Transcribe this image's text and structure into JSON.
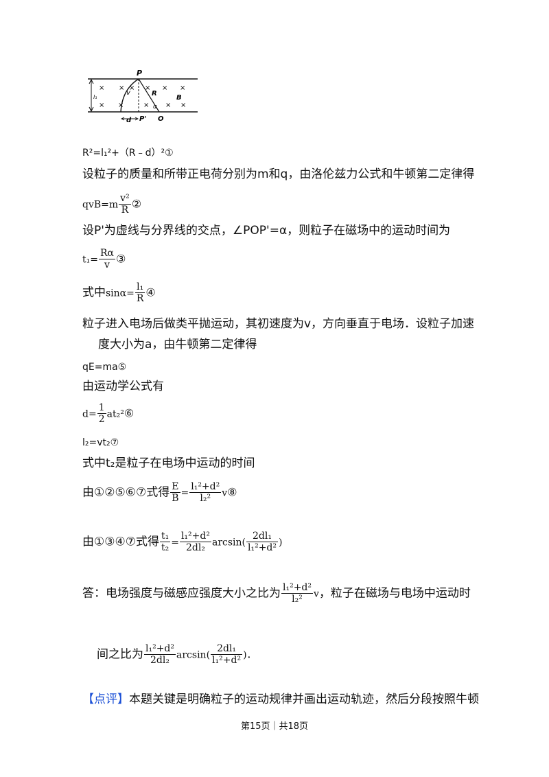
{
  "figure": {
    "label_P": "P",
    "label_v": "v",
    "label_R": "R",
    "label_B": "B",
    "label_d": "d",
    "label_Pp": "P'",
    "label_O": "O",
    "label_alpha": "α",
    "label_l1": "l₁",
    "cross": "×"
  },
  "lines": {
    "l1_text": "R²=l₁²+（R﹣d）²①",
    "l2_text": "设粒子的质量和所带正电荷分别为m和q，由洛伦兹力公式和牛顿第二定律得",
    "l3_lhs": "qvB=m",
    "l3_num": "v²",
    "l3_den": "R",
    "l3_mark": "②",
    "l4_text": "设P'为虚线与分界线的交点，∠POP'=α，则粒子在磁场中的运动时间为",
    "l5_lhs": "t₁=",
    "l5_num": "Rα",
    "l5_den": "v",
    "l5_mark": "③",
    "l6_prefix": "式中",
    "l6_fn": "sinα=",
    "l6_num": "l₁",
    "l6_den": "R",
    "l6_mark": "④",
    "l7_text": "粒子进入电场后做类平抛运动，其初速度为v，方向垂直于电场．设粒子加速",
    "l7b_text": "度大小为a，由牛顿第二定律得",
    "l8_text": "qE=ma⑤",
    "l9_text": "由运动学公式有",
    "l10_lhs": "d=",
    "l10_num": "1",
    "l10_den": "2",
    "l10_rhs": "at₂²",
    "l10_mark": "⑥",
    "l11_text": "l₂=vt₂⑦",
    "l12_text": "式中t₂是粒子在电场中运动的时间",
    "l13_prefix": "由①②⑤⑥⑦式得",
    "l13_num1": "E",
    "l13_den1": "B",
    "l13_eq": "=",
    "l13_num2": "l₁²+d²",
    "l13_den2": "l₂²",
    "l13_rhs": "v",
    "l13_mark": "⑧",
    "l14_prefix": "由①③④⑦式得",
    "l14_num1": "t₁",
    "l14_den1": "t₂",
    "l14_eq": "=",
    "l14_num2": "l₁²+d²",
    "l14_den2": "2dl₂",
    "l14_fn": "arcsin(",
    "l14_num3": "2dl₁",
    "l14_den3": "l₁²+d²",
    "l14_close": ")",
    "l15_prefix": "答：电场强度与磁感应强度大小之比为",
    "l15_num": "l₁²+d²",
    "l15_den": "l₂²",
    "l15_mid": "v",
    "l15_suffix": "，粒子在磁场与电场中运动时",
    "l16_prefix": "间之比为",
    "l16_num": "l₁²+d²",
    "l16_den": "2dl₂",
    "l16_fn": "arcsin(",
    "l16_num2": "2dl₁",
    "l16_den2": "l₁²+d²",
    "l16_close": ")．",
    "l17_tag": "【点评】",
    "l17_text": "本题关键是明确粒子的运动规律并画出运动轨迹，然后分段按照牛顿"
  },
  "footer": {
    "text": "第15页｜共18页"
  }
}
